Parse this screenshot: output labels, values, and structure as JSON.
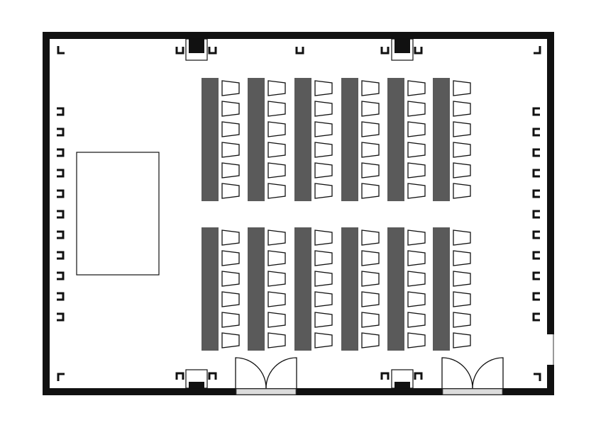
{
  "floor_plan": {
    "blocks": 2,
    "tables_per_block": 6,
    "chairs_per_table": 6,
    "doors": 2,
    "left_wall_fixtures": 11,
    "right_wall_fixtures": 11
  },
  "colors": {
    "wall": "#111111",
    "table": "#5a5a5a",
    "chair_fill": "#ffffff",
    "door_sill": "#dcdcdc"
  }
}
